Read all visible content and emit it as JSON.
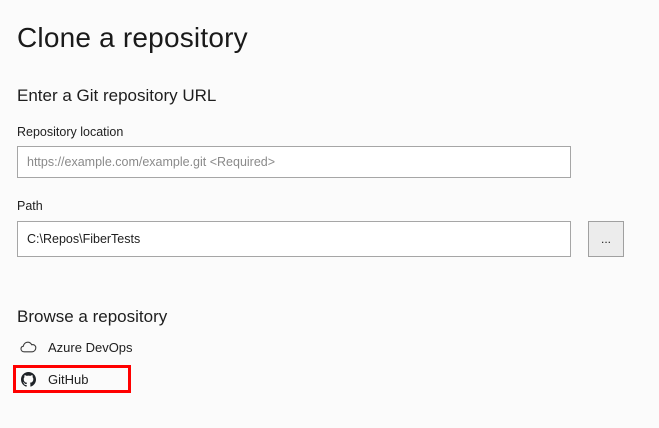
{
  "page": {
    "title": "Clone a repository"
  },
  "url_section": {
    "heading": "Enter a Git repository URL",
    "repo_location": {
      "label": "Repository location",
      "placeholder": "https://example.com/example.git <Required>",
      "value": ""
    },
    "path_field": {
      "label": "Path",
      "value": "C:\\Repos\\FiberTests"
    },
    "browse_button_label": "..."
  },
  "browse_section": {
    "heading": "Browse a repository",
    "items": [
      {
        "label": "Azure DevOps",
        "icon": "azure-devops-cloud-icon",
        "highlighted": false
      },
      {
        "label": "GitHub",
        "icon": "github-icon",
        "highlighted": true
      }
    ]
  },
  "colors": {
    "background": "#fbfbfb",
    "text": "#1e1e1e",
    "input_border": "#a6a6a6",
    "placeholder": "#8a8a8a",
    "button_background": "#ececec",
    "highlight_border": "#ff0000",
    "icon": "#3c3c3c"
  }
}
